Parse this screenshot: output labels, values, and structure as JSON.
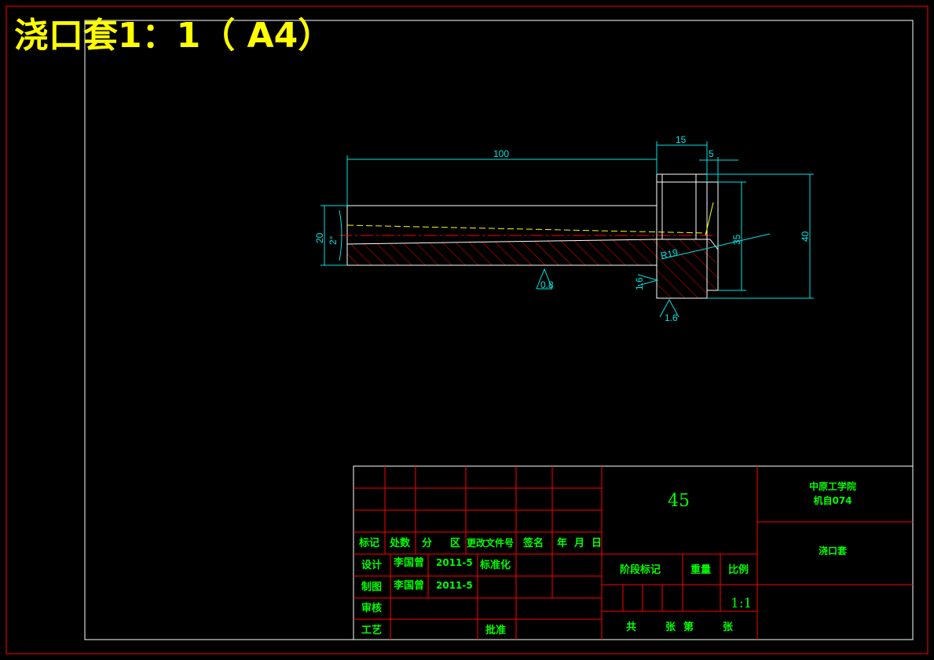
{
  "drawing_title": "浇口套1：1（ A4）",
  "dimensions": {
    "length": "100",
    "flange_width": "15",
    "step_width": "5",
    "bore_dia": "20",
    "taper": "2°",
    "inner_dia": "35",
    "outer_dia": "40",
    "radius": "R19",
    "roughness_a": "0.8",
    "roughness_b": "1.6",
    "roughness_c": "1.6"
  },
  "title_block": {
    "material": "45",
    "school": "中原工学院",
    "class": "机自074",
    "part_name": "浇口套",
    "scale_value": "1:1",
    "header": {
      "mark": "标记",
      "count": "处数",
      "zone_fen": "分",
      "zone_qu": "区",
      "change_doc": "更改文件号",
      "signature": "签名",
      "year": "年",
      "month": "月",
      "day": "日"
    },
    "design_label": "设计",
    "design_name": "李国曾",
    "design_date": "2011-5",
    "standard_label": "标准化",
    "draw_label": "制图",
    "draw_name": "李国曾",
    "draw_date": "2011-5",
    "review_label": "审核",
    "process_label": "工艺",
    "approve_label": "批准",
    "stage_label": "阶段标记",
    "weight_label": "重量",
    "scale_label": "比例",
    "total_label": "共",
    "sheets_label": "张",
    "page_label": "第",
    "sheet_label": "张"
  },
  "colors": {
    "frame": "#ff0000",
    "inner_frame": "#ffffff",
    "dimension": "#00e5e5",
    "title": "#ffff00",
    "text": "#00ff00"
  }
}
